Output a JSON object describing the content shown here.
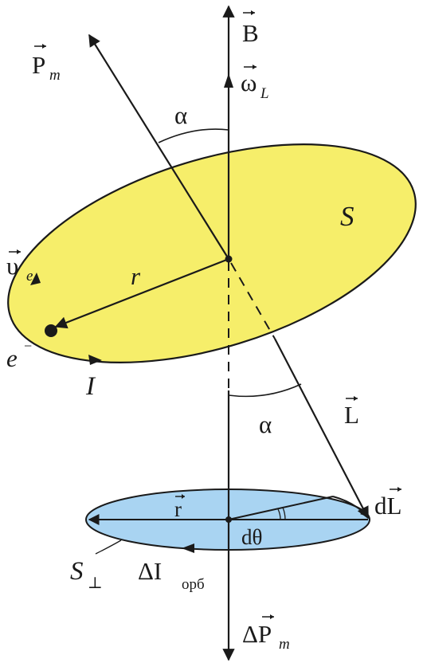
{
  "labels": {
    "B": "B",
    "omega": "ω",
    "omega_sub": "L",
    "Pm": "P",
    "Pm_sub": "m",
    "alpha_top": "α",
    "S": "S",
    "ve": "υ",
    "ve_sub": "e",
    "r": "r",
    "e": "e",
    "e_sup": "−",
    "I": "I",
    "alpha_bottom": "α",
    "L": "L",
    "dL": "dL",
    "r_vec": "r",
    "dtheta": "dθ",
    "S_perp": "S",
    "S_perp_sub": "⊥",
    "dI": "ΔI",
    "dI_sub": "орб",
    "dPm": "ΔP",
    "dPm_sub": "m"
  },
  "colors": {
    "large_ellipse_fill": "#f6ee6a",
    "small_ellipse_fill": "#a9d4f2",
    "line": "#1a1a1a"
  }
}
